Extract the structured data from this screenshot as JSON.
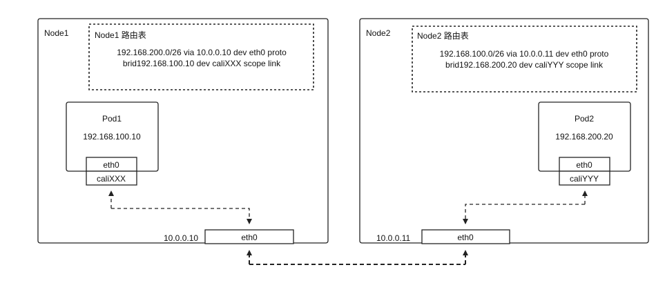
{
  "node1": {
    "label": "Node1",
    "route_table": {
      "title": "Node1 路由表",
      "line1": "192.168.200.0/26 via 10.0.0.10 dev eth0 proto",
      "line2": "brid192.168.100.10 dev caliXXX scope link"
    },
    "pod": {
      "name": "Pod1",
      "ip": "192.168.100.10",
      "eth_label": "eth0",
      "cali_label": "caliXXX"
    },
    "host_ip": "10.0.0.10",
    "host_eth_label": "eth0"
  },
  "node2": {
    "label": "Node2",
    "route_table": {
      "title": "Node2 路由表",
      "line1": "192.168.100.0/26 via 10.0.0.11 dev eth0 proto",
      "line2": "brid192.168.200.20 dev caliYYY scope link"
    },
    "pod": {
      "name": "Pod2",
      "ip": "192.168.200.20",
      "eth_label": "eth0",
      "cali_label": "caliYYY"
    },
    "host_ip": "10.0.0.11",
    "host_eth_label": "eth0"
  }
}
